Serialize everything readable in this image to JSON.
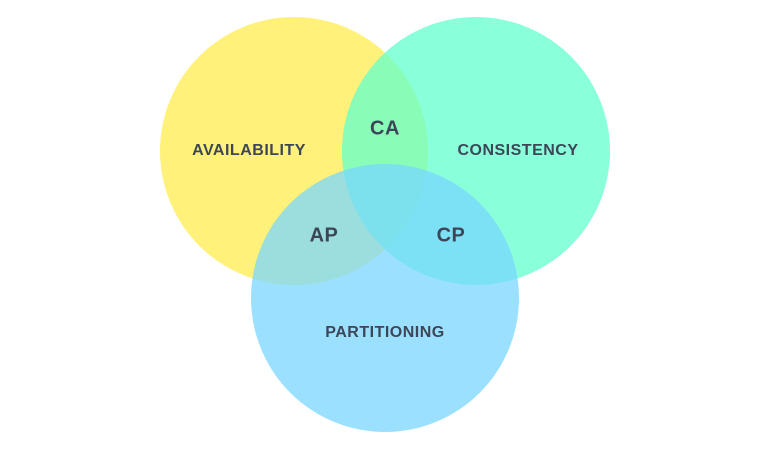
{
  "sets": [
    {
      "id": "availability",
      "label": "AVAILABILITY",
      "color": "#fff06a"
    },
    {
      "id": "consistency",
      "label": "CONSISTENCY",
      "color": "#61ffcd"
    },
    {
      "id": "partitioning",
      "label": "PARTITIONING",
      "color": "#79d7ff"
    }
  ],
  "overlaps": [
    {
      "id": "ca",
      "label": "CA",
      "sets": [
        "availability",
        "consistency"
      ]
    },
    {
      "id": "ap",
      "label": "AP",
      "sets": [
        "availability",
        "partitioning"
      ]
    },
    {
      "id": "cp",
      "label": "CP",
      "sets": [
        "consistency",
        "partitioning"
      ]
    }
  ],
  "style": {
    "label_color": "#3d4656",
    "background": "#ffffff"
  }
}
